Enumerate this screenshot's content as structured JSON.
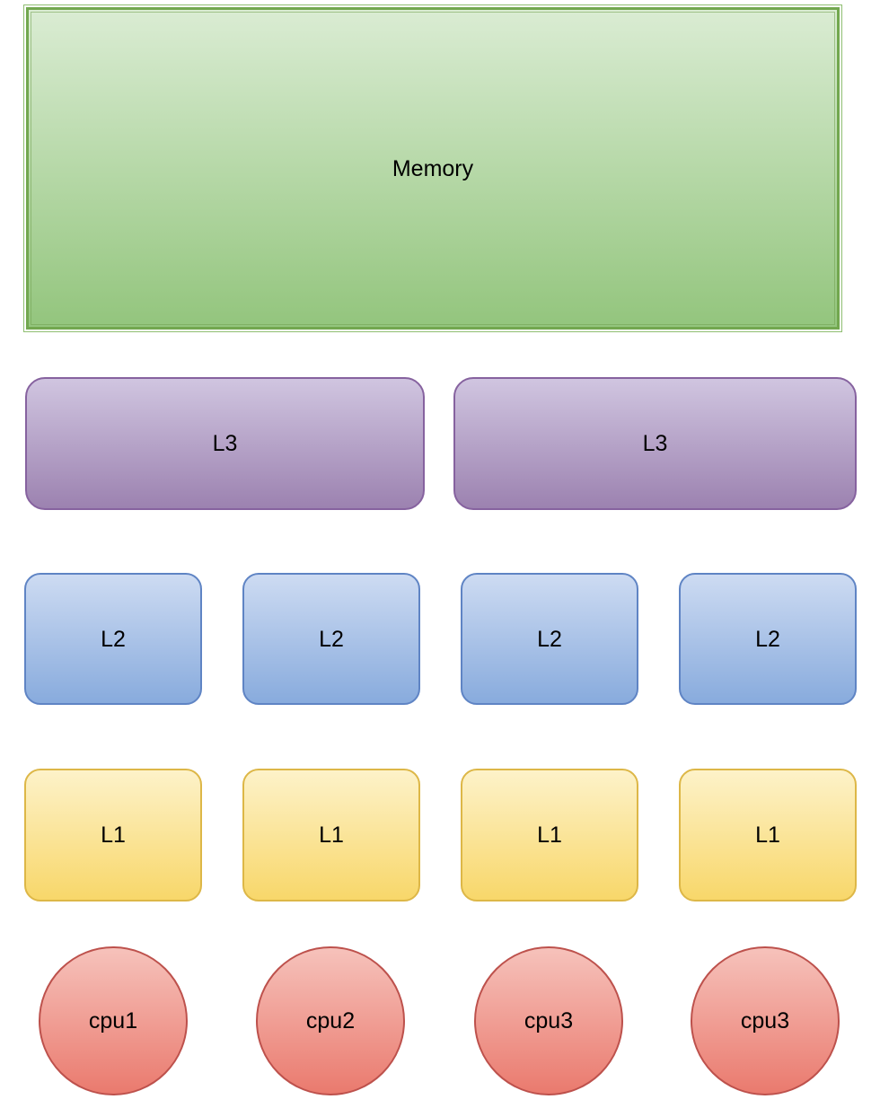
{
  "colors": {
    "background": "#ffffff",
    "label-color": "#000000",
    "memory-outline": "#8fbe71",
    "memory-border": "#72a74f",
    "memory-innerline": "rgba(113,160,78,0.55)",
    "memory-fill-top": "#daecd3",
    "memory-fill-bottom": "#93c57d",
    "l3-border": "#86629f",
    "l3-fill-top": "#d0c5e0",
    "l3-fill-bottom": "#9c82b0",
    "l2-border": "#5f84c4",
    "l2-fill-top": "#cddbf2",
    "l2-fill-bottom": "#88abdd",
    "l1-border": "#ddb747",
    "l1-fill-top": "#fdf2c9",
    "l1-fill-bottom": "#f8d76a",
    "cpu-border": "#bd514c",
    "cpu-fill-top": "#f6c2bb",
    "cpu-fill-bottom": "#ea7a6e"
  },
  "memory": {
    "label": "Memory"
  },
  "l3_caches": [
    {
      "label": "L3"
    },
    {
      "label": "L3"
    }
  ],
  "l2_caches": [
    {
      "label": "L2"
    },
    {
      "label": "L2"
    },
    {
      "label": "L2"
    },
    {
      "label": "L2"
    }
  ],
  "l1_caches": [
    {
      "label": "L1"
    },
    {
      "label": "L1"
    },
    {
      "label": "L1"
    },
    {
      "label": "L1"
    }
  ],
  "cpus": [
    {
      "label": "cpu1"
    },
    {
      "label": "cpu2"
    },
    {
      "label": "cpu3"
    },
    {
      "label": "cpu3"
    }
  ]
}
